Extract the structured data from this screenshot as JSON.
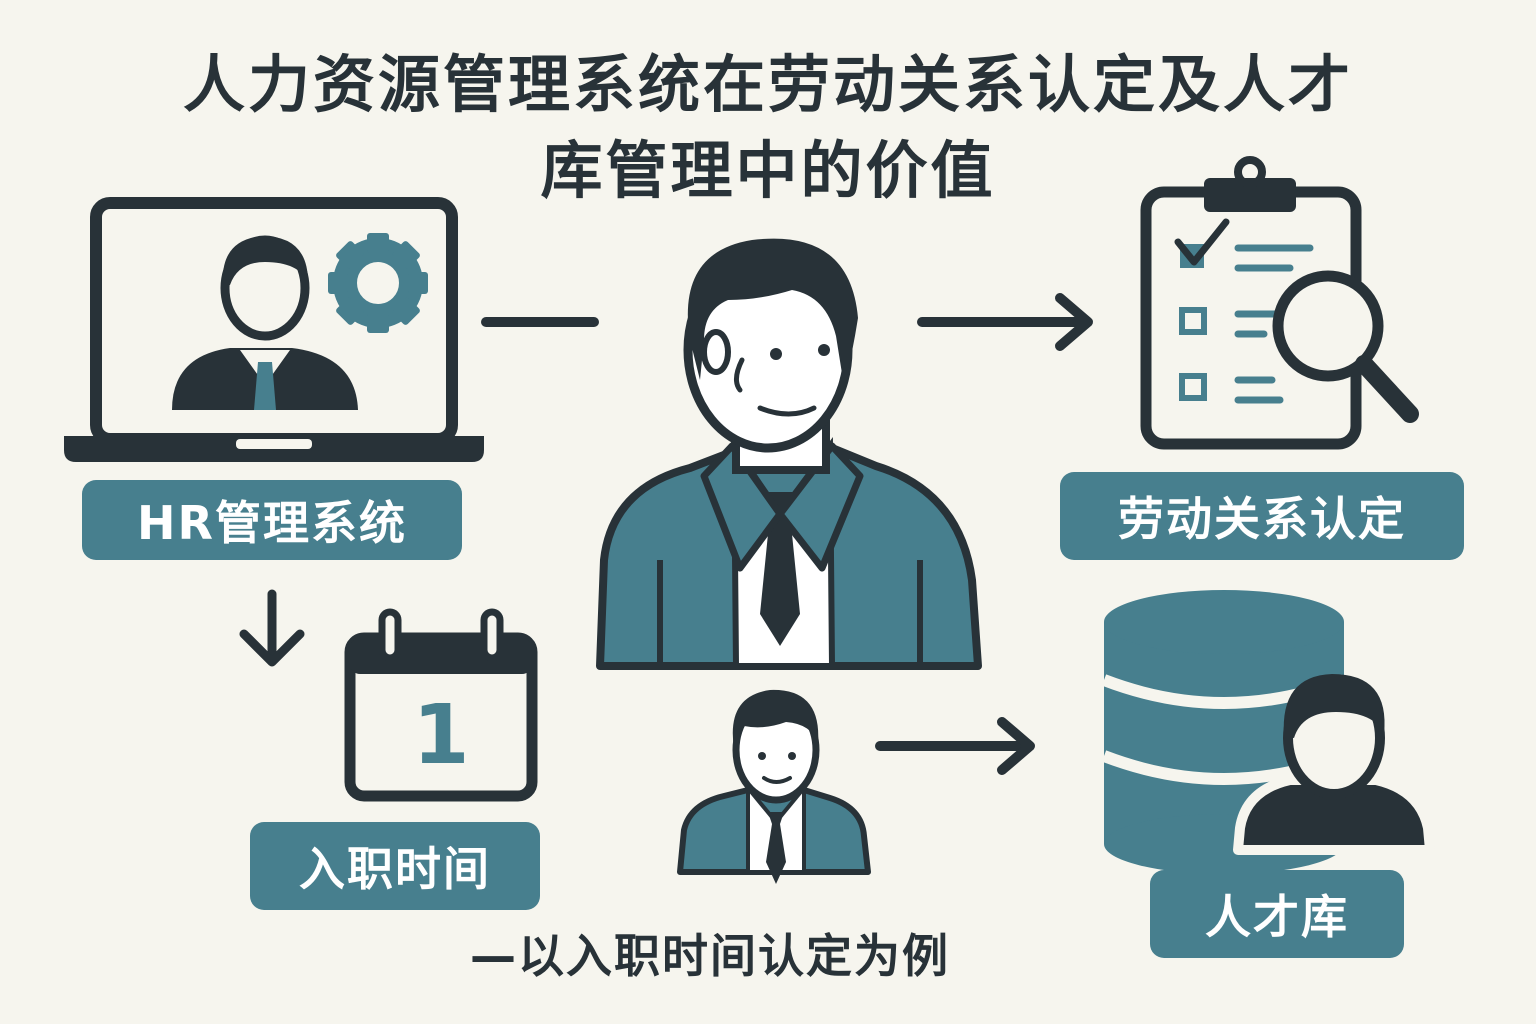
{
  "title": {
    "line1": "人力资源管理系统在劳动关系认定及人才",
    "line2": "库管理中的价值"
  },
  "labels": {
    "hr_system": "HR管理系统",
    "labor_relation": "劳动关系认定",
    "entry_time": "入职时间",
    "talent_pool": "人才库"
  },
  "calendar": {
    "day": "1"
  },
  "subtitle": "—以入职时间认定为例",
  "colors": {
    "background": "#f6f5ee",
    "dark": "#283238",
    "teal": "#477f8e"
  },
  "icons": [
    "laptop-icon",
    "gear-icon",
    "person-icon",
    "clipboard-checklist-icon",
    "magnifier-icon",
    "calendar-icon",
    "database-icon",
    "arrow-right-icon",
    "arrow-down-icon"
  ]
}
